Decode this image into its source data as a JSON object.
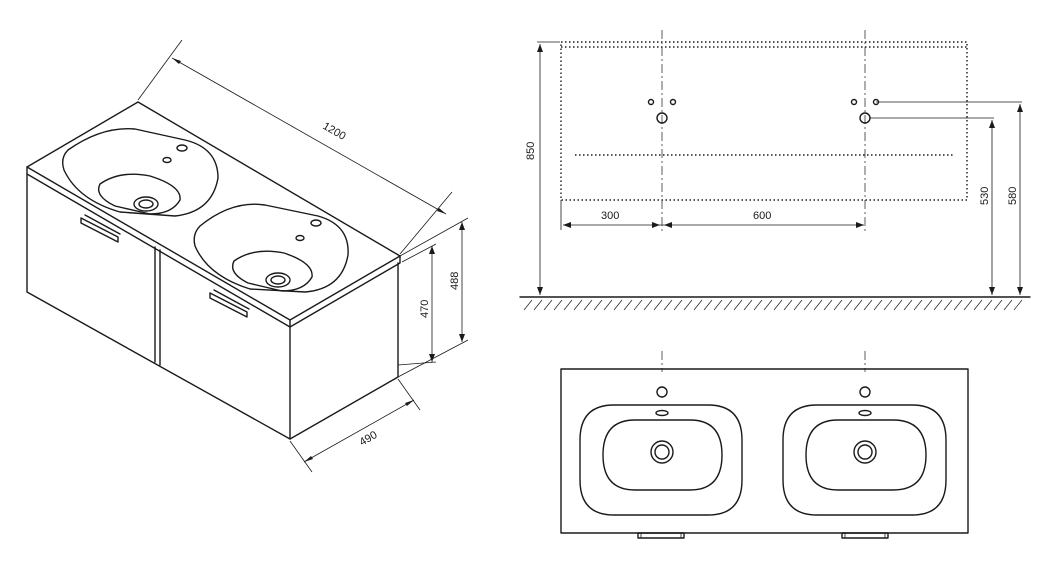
{
  "iso": {
    "width": "1200",
    "depth": "490",
    "cabinet_height": "470",
    "total_height": "488"
  },
  "front": {
    "top": "850",
    "tap_a": "580",
    "tap_b": "530",
    "left_offset": "300",
    "spacing": "600"
  }
}
